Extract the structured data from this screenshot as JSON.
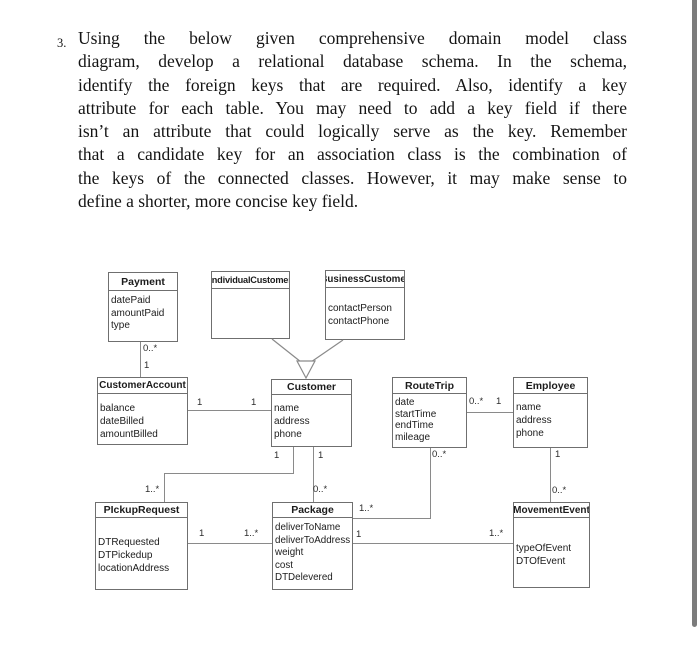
{
  "colors": {
    "box_border": "#6f6f6f",
    "connector": "#8a8a8a",
    "text": "#1c1c1c",
    "scrollbar": "#7c7c7c",
    "page_background": "#ffffff"
  },
  "question": {
    "number": "3.",
    "lines": [
      "Using the below given comprehensive domain model class",
      "diagram, develop a relational database schema. In the schema,",
      "identify the foreign keys that are required. Also, identify a key",
      "attribute for each table. You may need to add a key field if there",
      "isn’t an attribute that could logically serve as the key. Remember",
      "that a candidate key for an association class is the combination of",
      "the keys of the connected classes. However, it may make sense to",
      "define a shorter, more concise key field."
    ]
  },
  "diagram": {
    "classes": [
      {
        "name": "Payment",
        "attributes": [
          "datePaid",
          "amountPaid",
          "type"
        ]
      },
      {
        "name": "IndividualCustomer",
        "attributes": []
      },
      {
        "name": "BusinessCustomer",
        "attributes": [
          "contactPerson",
          "contactPhone"
        ]
      },
      {
        "name": "CustomerAccount",
        "attributes": [
          "balance",
          "dateBilled",
          "amountBilled"
        ]
      },
      {
        "name": "Customer",
        "attributes": [
          "name",
          "address",
          "phone"
        ]
      },
      {
        "name": "RouteTrip",
        "attributes": [
          "date",
          "startTime",
          "endTime",
          "mileage"
        ]
      },
      {
        "name": "Employee",
        "attributes": [
          "name",
          "address",
          "phone"
        ]
      },
      {
        "name": "PIckupRequest",
        "attributes": [
          "DTRequested",
          "DTPickedup",
          "locationAddress"
        ]
      },
      {
        "name": "Package",
        "attributes": [
          "deliverToName",
          "deliverToAddress",
          "weight",
          "cost",
          "DTDelevered"
        ]
      },
      {
        "name": "MovementEvent",
        "attributes": [
          "typeOfEvent",
          "DTOfEvent"
        ]
      }
    ],
    "multiplicities": [
      {
        "text": "0..*"
      },
      {
        "text": "1"
      },
      {
        "text": "1"
      },
      {
        "text": "1"
      },
      {
        "text": "1"
      },
      {
        "text": "1..*"
      },
      {
        "text": "1"
      },
      {
        "text": "0..*"
      },
      {
        "text": "0..*"
      },
      {
        "text": "1"
      },
      {
        "text": "0..*"
      },
      {
        "text": "1..*"
      },
      {
        "text": "1"
      },
      {
        "text": "0..*"
      },
      {
        "text": "1"
      },
      {
        "text": "1..*"
      },
      {
        "text": "1"
      },
      {
        "text": "1..*"
      }
    ]
  }
}
